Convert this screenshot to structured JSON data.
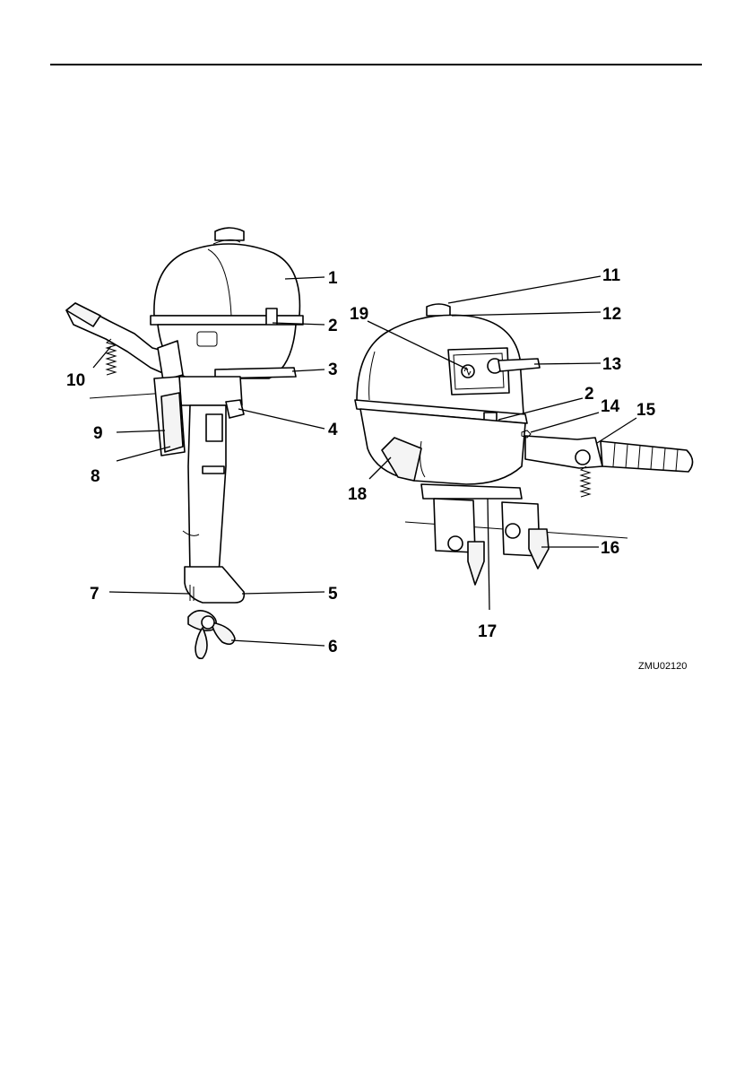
{
  "figure": {
    "code": "ZMU02120",
    "callouts": [
      {
        "id": "c1",
        "text": "1"
      },
      {
        "id": "c2a",
        "text": "2"
      },
      {
        "id": "c3",
        "text": "3"
      },
      {
        "id": "c4",
        "text": "4"
      },
      {
        "id": "c5",
        "text": "5"
      },
      {
        "id": "c6",
        "text": "6"
      },
      {
        "id": "c7",
        "text": "7"
      },
      {
        "id": "c8",
        "text": "8"
      },
      {
        "id": "c9",
        "text": "9"
      },
      {
        "id": "c10",
        "text": "10"
      },
      {
        "id": "c11",
        "text": "11"
      },
      {
        "id": "c12",
        "text": "12"
      },
      {
        "id": "c13",
        "text": "13"
      },
      {
        "id": "c2b",
        "text": "2"
      },
      {
        "id": "c14",
        "text": "14"
      },
      {
        "id": "c15",
        "text": "15"
      },
      {
        "id": "c16",
        "text": "16"
      },
      {
        "id": "c17",
        "text": "17"
      },
      {
        "id": "c18",
        "text": "18"
      },
      {
        "id": "c19",
        "text": "19"
      }
    ]
  }
}
